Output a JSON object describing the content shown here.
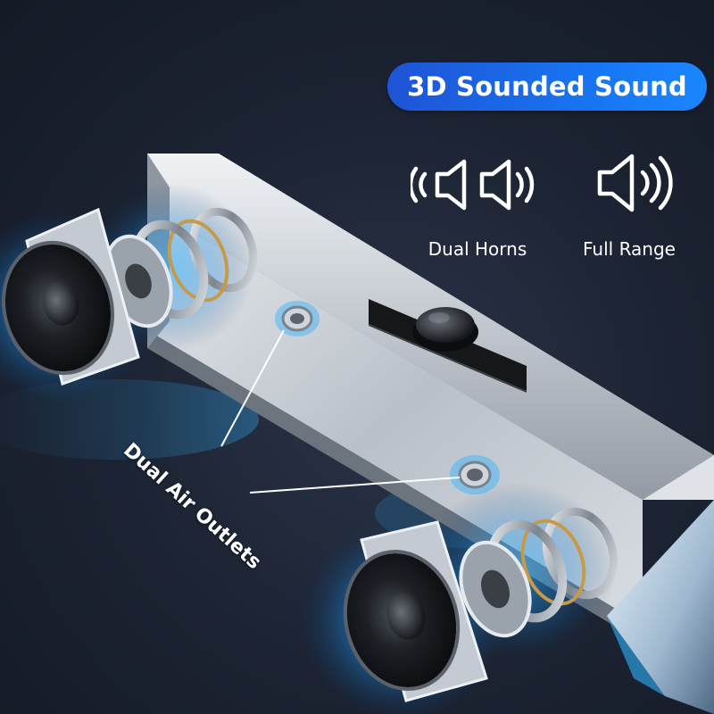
{
  "headline": "3D Sounded Sound",
  "features": [
    {
      "label": "Dual Horns",
      "icon": "dual-horn-speaker-icon"
    },
    {
      "label": "Full Range",
      "icon": "full-range-speaker-icon"
    }
  ],
  "callout": {
    "label": "Dual Air Outlets"
  },
  "colors": {
    "background": "#1b2231",
    "accent_blue": "#1873f0",
    "glow_cyan": "#2fb4ff",
    "chassis_silver": "#c9cfd6"
  }
}
